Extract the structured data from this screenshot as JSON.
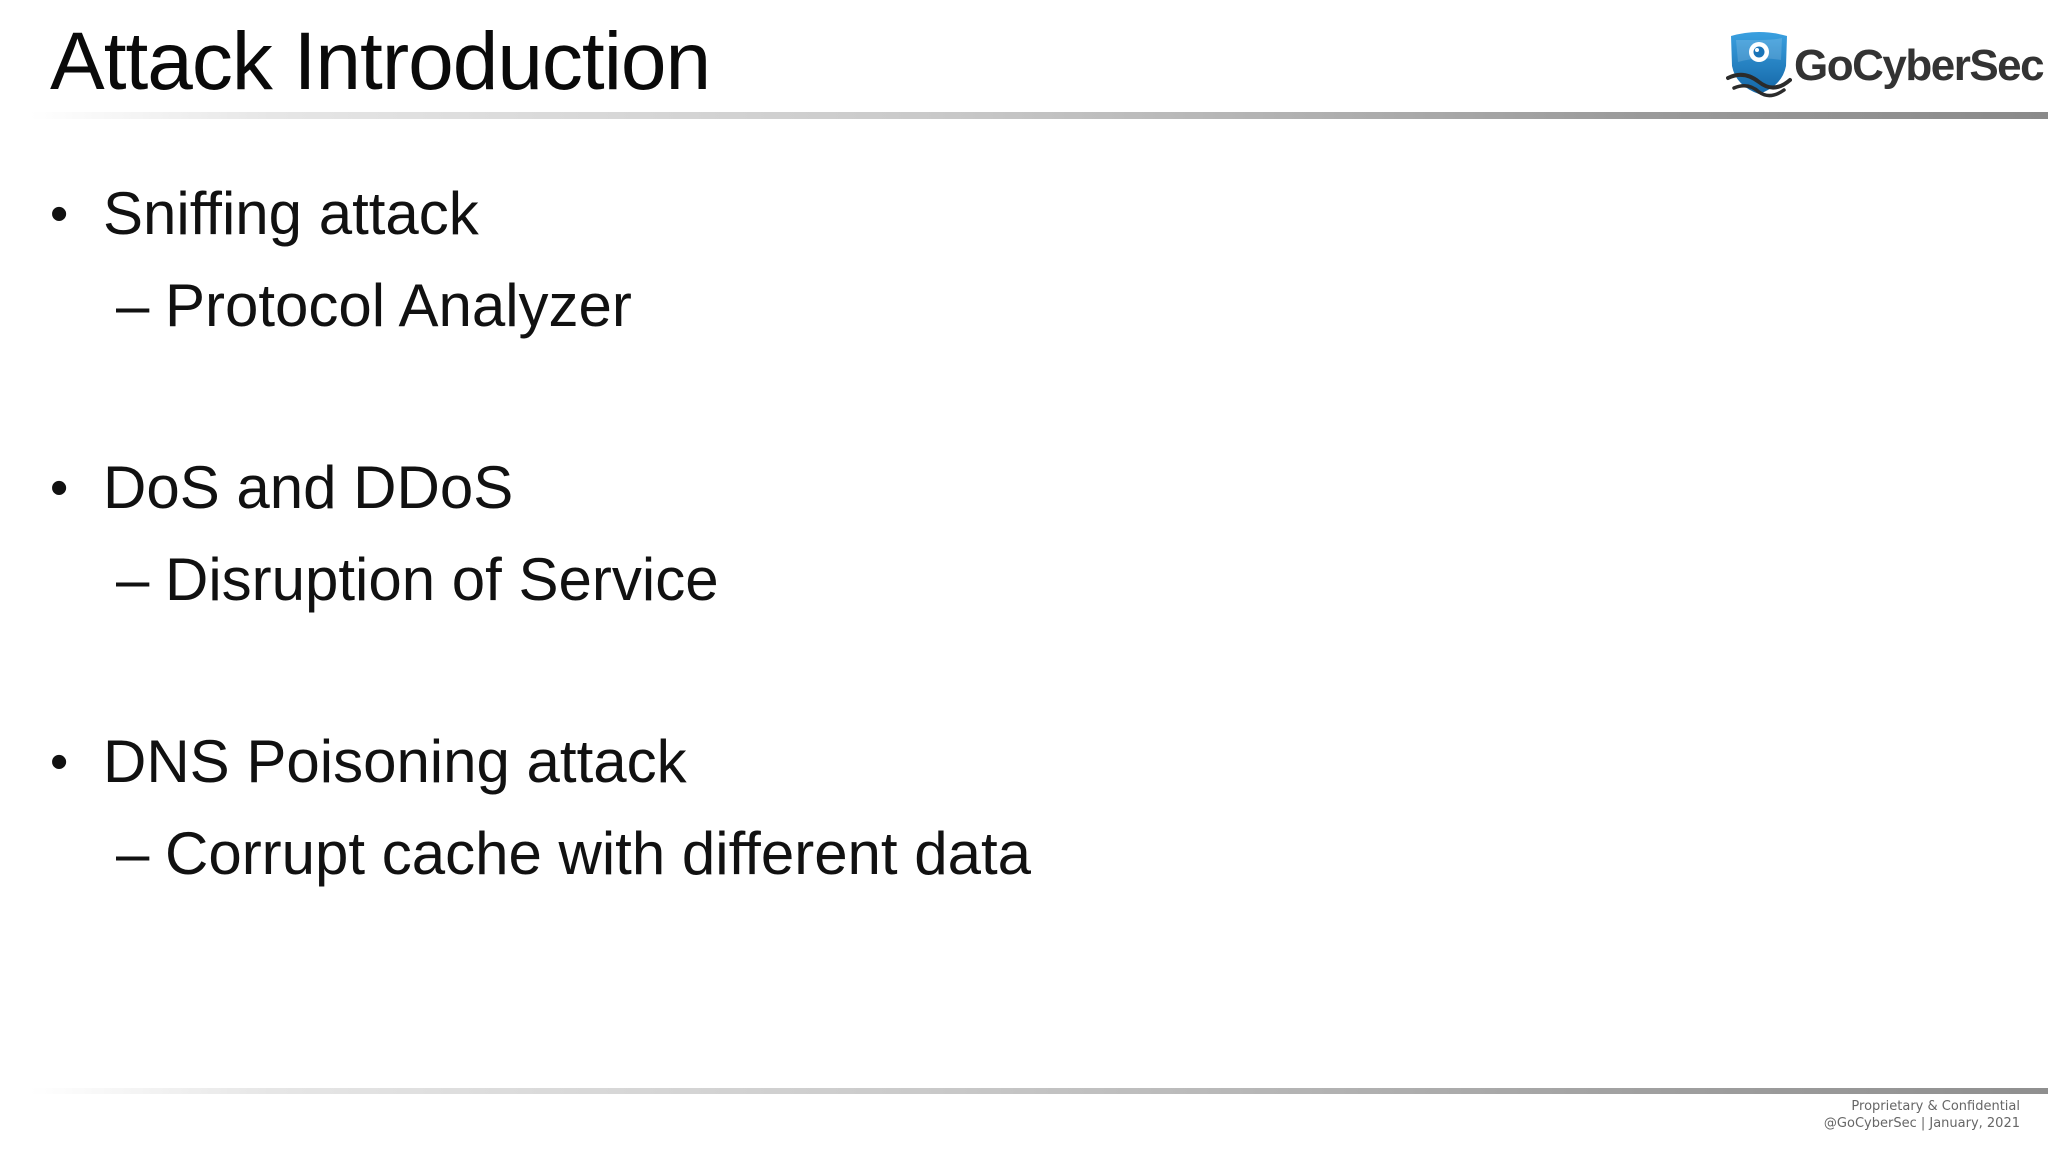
{
  "slide": {
    "title": "Attack Introduction"
  },
  "logo": {
    "text": "GoCyberSec",
    "icon": "shield-eye-icon",
    "shield_color": "#1d7fc4"
  },
  "bullets": [
    {
      "bullet": "•",
      "text": "Sniffing attack",
      "sub": {
        "dash": "–",
        "text": "Protocol Analyzer"
      }
    },
    {
      "bullet": "•",
      "text": "DoS and DDoS",
      "sub": {
        "dash": "–",
        "text": "Disruption of Service"
      }
    },
    {
      "bullet": "•",
      "text": "DNS Poisoning attack",
      "sub": {
        "dash": "–",
        "text": "Corrupt cache with different data"
      }
    }
  ],
  "footer": {
    "line1": "Proprietary & Confidential",
    "line2": "@GoCyberSec  | January, 2021"
  }
}
